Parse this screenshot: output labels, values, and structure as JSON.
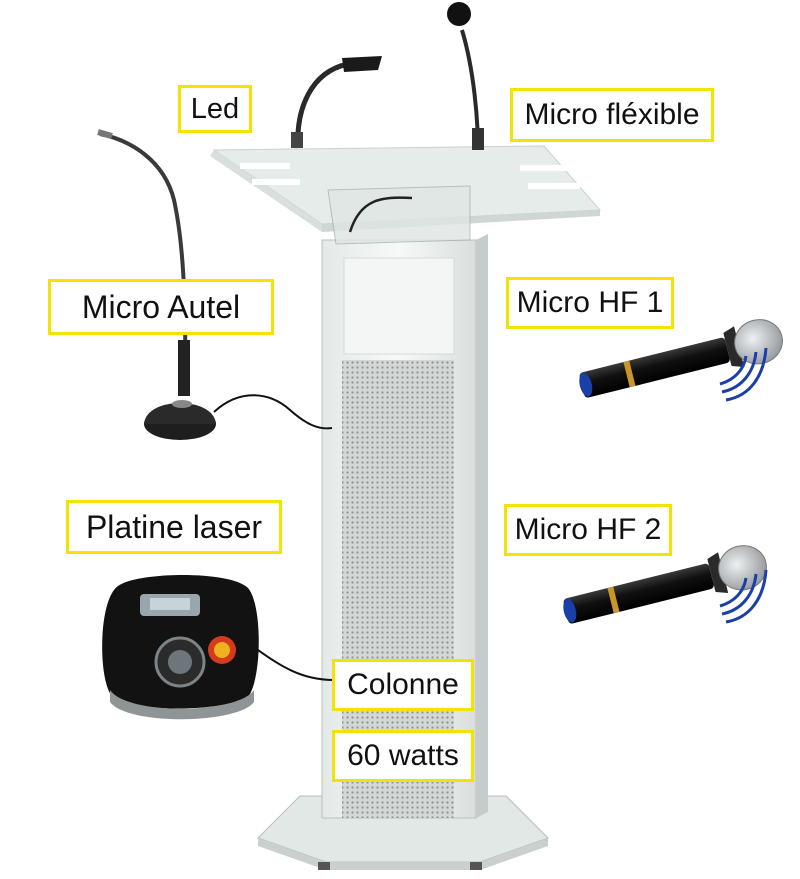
{
  "labels": {
    "led": "Led",
    "micro_flexible": "Micro fléxible",
    "micro_autel": "Micro Autel",
    "micro_hf1": "Micro HF 1",
    "platine_laser": "Platine laser",
    "micro_hf2": "Micro HF 2",
    "colonne": "Colonne",
    "watts": "60 watts"
  },
  "colors": {
    "label_border": "#f2e300",
    "podium_white": "#eef3f1",
    "grille": "#c9cecd",
    "microphone_body": "#151515",
    "mic_head": "#b8bcbf",
    "gold_ring": "#c8962a",
    "signal_blue": "#1b3fa8"
  },
  "icons": [
    "led-lamp-icon",
    "gooseneck-microphone-icon",
    "desk-microphone-icon",
    "wireless-microphone-icon",
    "cd-player-icon",
    "signal-waves-icon"
  ]
}
